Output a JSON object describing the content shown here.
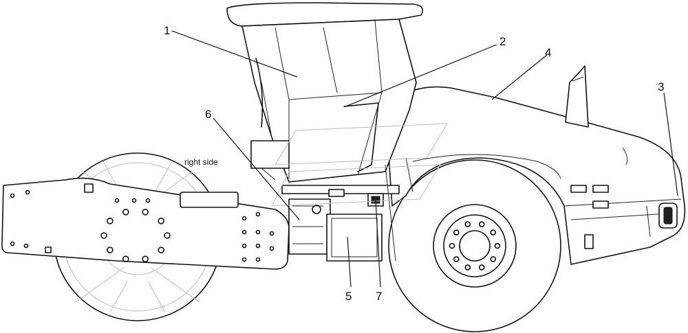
{
  "callouts": [
    {
      "id": "1",
      "label": "1"
    },
    {
      "id": "2",
      "label": "2"
    },
    {
      "id": "3",
      "label": "3"
    },
    {
      "id": "4",
      "label": "4"
    },
    {
      "id": "5",
      "label": "5"
    },
    {
      "id": "6",
      "label": "6"
    },
    {
      "id": "7",
      "label": "7"
    }
  ],
  "annotations": {
    "right_side": "right side"
  }
}
